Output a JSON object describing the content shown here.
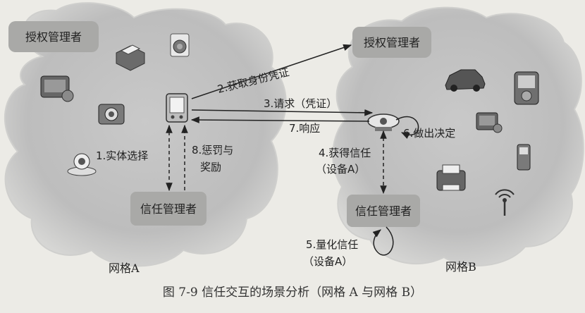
{
  "network_a": {
    "authority": "授权管理者",
    "trust_manager": "信任管理者",
    "name": "网格A"
  },
  "network_b": {
    "authority": "授权管理者",
    "trust_manager": "信任管理者",
    "name": "网格B"
  },
  "steps": {
    "s1": "1.实体选择",
    "s2": "2.获取身份凭证",
    "s3": "3.请求（凭证）",
    "s4_line1": "4.获得信任",
    "s4_line2": "（设备A）",
    "s5_line1": "5.量化信任",
    "s5_line2": "（设备A）",
    "s6": "6.做出决定",
    "s7": "7.响应",
    "s8_line1": "8.惩罚与",
    "s8_line2": "奖励"
  },
  "caption": "图 7-9   信任交互的场景分析（网格 A 与网格 B）",
  "icons": {
    "network_a": [
      "printer-icon",
      "speaker-icon",
      "monitor-icon",
      "camera-icon",
      "webcam-icon"
    ],
    "network_b": [
      "car-icon",
      "media-player-icon",
      "monitor-icon",
      "phone-icon",
      "printer-icon",
      "antenna-icon"
    ],
    "devices": [
      "pda-icon",
      "projector-icon"
    ]
  }
}
